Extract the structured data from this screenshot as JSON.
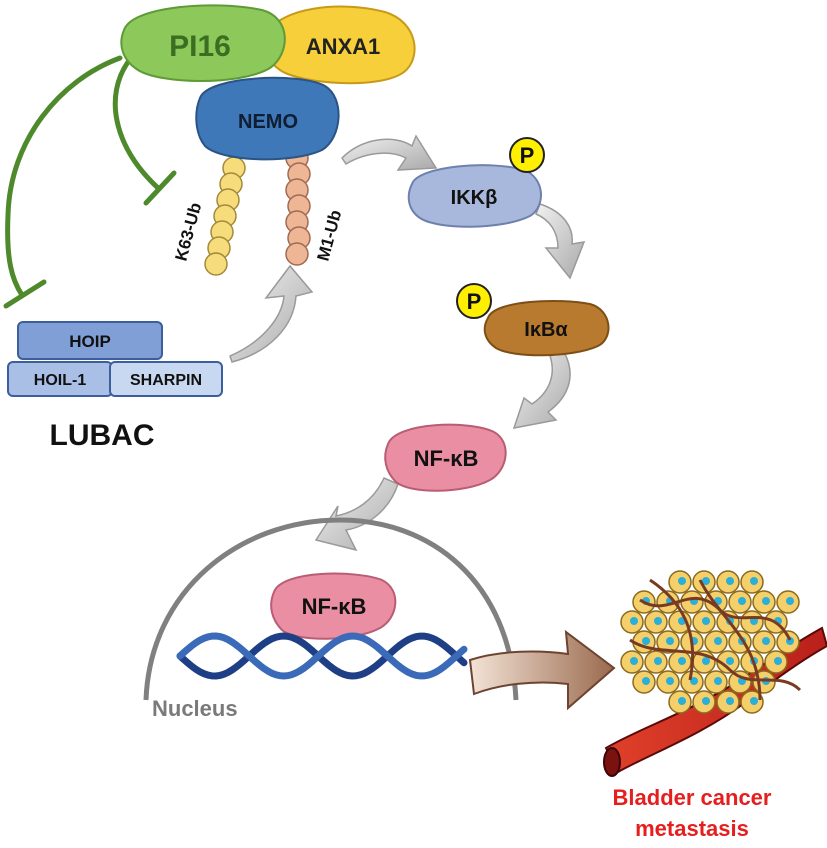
{
  "proteins": {
    "pi16": "PI16",
    "anxa1": "ANXA1",
    "nemo": "NEMO",
    "ikkb": "IKKβ",
    "ikba": "IκBα",
    "nfkb_cyto": "NF-κB",
    "nfkb_nuc": "NF-κB"
  },
  "phospho": {
    "ikkb": "P",
    "ikba": "P"
  },
  "ubiquitin": {
    "k63": "K63-Ub",
    "m1": "M1-Ub"
  },
  "lubac": {
    "hoip": "HOIP",
    "hoil1": "HOIL-1",
    "sharpin": "SHARPIN",
    "title": "LUBAC"
  },
  "nucleus": "Nucleus",
  "outcome": {
    "line1": "Bladder cancer",
    "line2": "metastasis"
  },
  "colors": {
    "pi16": "#8dc95a",
    "anxa1": "#f6cf3b",
    "nemo": "#3f78b8",
    "ikkb": "#a8b8dc",
    "ikba": "#b87a2e",
    "nfkb": "#ea8fa3",
    "phospho": "#ffef00",
    "k63_bead": "#f7dc7c",
    "m1_bead": "#efb696",
    "lubac": "#7f9fd6",
    "inhibit": "#4e8a2c",
    "arrow": "#c8c8c8",
    "nucleus_line": "#808080",
    "outcome_text": "#e61e1e"
  }
}
